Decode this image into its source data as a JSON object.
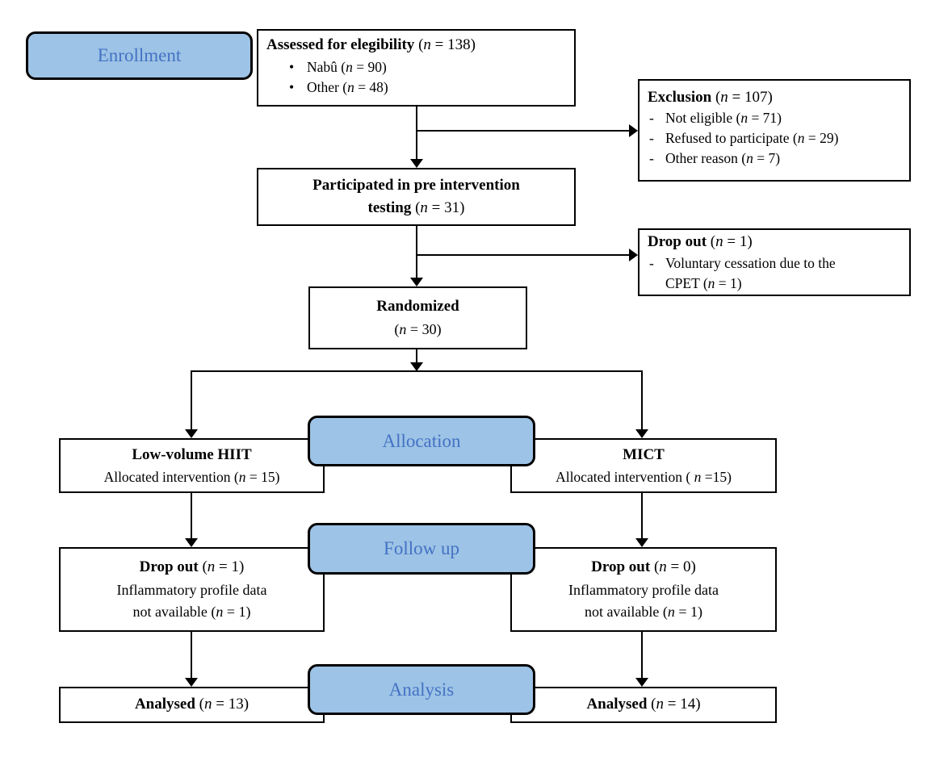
{
  "stages": {
    "enrollment": "Enrollment",
    "allocation": "Allocation",
    "follow_up": "Follow up",
    "analysis": "Analysis"
  },
  "colors": {
    "stage_fill": "#9DC3E6",
    "stage_text": "#4472C4",
    "box_border": "#000000",
    "line_color": "#000000",
    "background": "#FFFFFF"
  },
  "boxes": {
    "assessed": {
      "marker": "•",
      "title": [
        {
          "t": "Assessed for elegibility",
          "b": true
        },
        {
          "t": " ("
        },
        {
          "t": "n",
          "i": true
        },
        {
          "t": " = 138)"
        }
      ],
      "items": [
        [
          {
            "t": "Nabû ("
          },
          {
            "t": "n",
            "i": true
          },
          {
            "t": " = 90)"
          }
        ],
        [
          {
            "t": "Other ("
          },
          {
            "t": "n",
            "i": true
          },
          {
            "t": " = 48)"
          }
        ]
      ]
    },
    "exclusion": {
      "marker": "-",
      "title": [
        {
          "t": "Exclusion",
          "b": true
        },
        {
          "t": " ("
        },
        {
          "t": "n",
          "i": true
        },
        {
          "t": " = 107)"
        }
      ],
      "items": [
        [
          {
            "t": "Not eligible ("
          },
          {
            "t": "n",
            "i": true
          },
          {
            "t": " = 71)"
          }
        ],
        [
          {
            "t": "Refused to participate ("
          },
          {
            "t": "n",
            "i": true
          },
          {
            "t": " = 29)"
          }
        ],
        [
          {
            "t": "Other reason ("
          },
          {
            "t": "n",
            "i": true
          },
          {
            "t": " = 7)"
          }
        ]
      ]
    },
    "pretest": {
      "line1": [
        {
          "t": "Participated in pre intervention",
          "b": true
        }
      ],
      "line2": [
        {
          "t": "testing",
          "b": true
        },
        {
          "t": " ("
        },
        {
          "t": "n",
          "i": true
        },
        {
          "t": " = 31)"
        }
      ]
    },
    "dropout_pre": {
      "marker": "-",
      "title": [
        {
          "t": "Drop out",
          "b": true
        },
        {
          "t": " ("
        },
        {
          "t": "n",
          "i": true
        },
        {
          "t": " = 1)"
        }
      ],
      "items": [
        [
          {
            "t": "Voluntary cessation due to the CPET ("
          },
          {
            "t": "n",
            "i": true
          },
          {
            "t": " = 1)"
          }
        ]
      ]
    },
    "randomized": {
      "line1": [
        {
          "t": "Randomized",
          "b": true
        }
      ],
      "line2": [
        {
          "t": "("
        },
        {
          "t": "n",
          "i": true
        },
        {
          "t": " = 30)"
        }
      ]
    },
    "hiit": {
      "line1": [
        {
          "t": "Low-volume HIIT",
          "b": true
        }
      ],
      "line2": [
        {
          "t": "Allocated intervention ("
        },
        {
          "t": "n",
          "i": true
        },
        {
          "t": " = 15)"
        }
      ]
    },
    "mict": {
      "line1": [
        {
          "t": "MICT",
          "b": true
        }
      ],
      "line2": [
        {
          "t": "Allocated intervention ( "
        },
        {
          "t": "n",
          "i": true
        },
        {
          "t": " =15)"
        }
      ]
    },
    "dropout_hiit": {
      "line1": [
        {
          "t": "Drop out",
          "b": true
        },
        {
          "t": " ("
        },
        {
          "t": "n",
          "i": true
        },
        {
          "t": " = 1)"
        }
      ],
      "line2": [
        {
          "t": "Inflammatory profile data"
        }
      ],
      "line3": [
        {
          "t": "not available ("
        },
        {
          "t": "n",
          "i": true
        },
        {
          "t": " = 1)"
        }
      ]
    },
    "dropout_mict": {
      "line1": [
        {
          "t": "Drop out",
          "b": true
        },
        {
          "t": " ("
        },
        {
          "t": "n",
          "i": true
        },
        {
          "t": " = 0)"
        }
      ],
      "line2": [
        {
          "t": "Inflammatory profile data"
        }
      ],
      "line3": [
        {
          "t": "not available ("
        },
        {
          "t": "n",
          "i": true
        },
        {
          "t": " = 1)"
        }
      ]
    },
    "analysed_hiit": {
      "line1": [
        {
          "t": "Analysed",
          "b": true
        },
        {
          "t": " ("
        },
        {
          "t": "n",
          "i": true
        },
        {
          "t": " = 13)"
        }
      ]
    },
    "analysed_mict": {
      "line1": [
        {
          "t": "Analysed",
          "b": true
        },
        {
          "t": " ("
        },
        {
          "t": "n",
          "i": true
        },
        {
          "t": " = 14)"
        }
      ]
    }
  }
}
